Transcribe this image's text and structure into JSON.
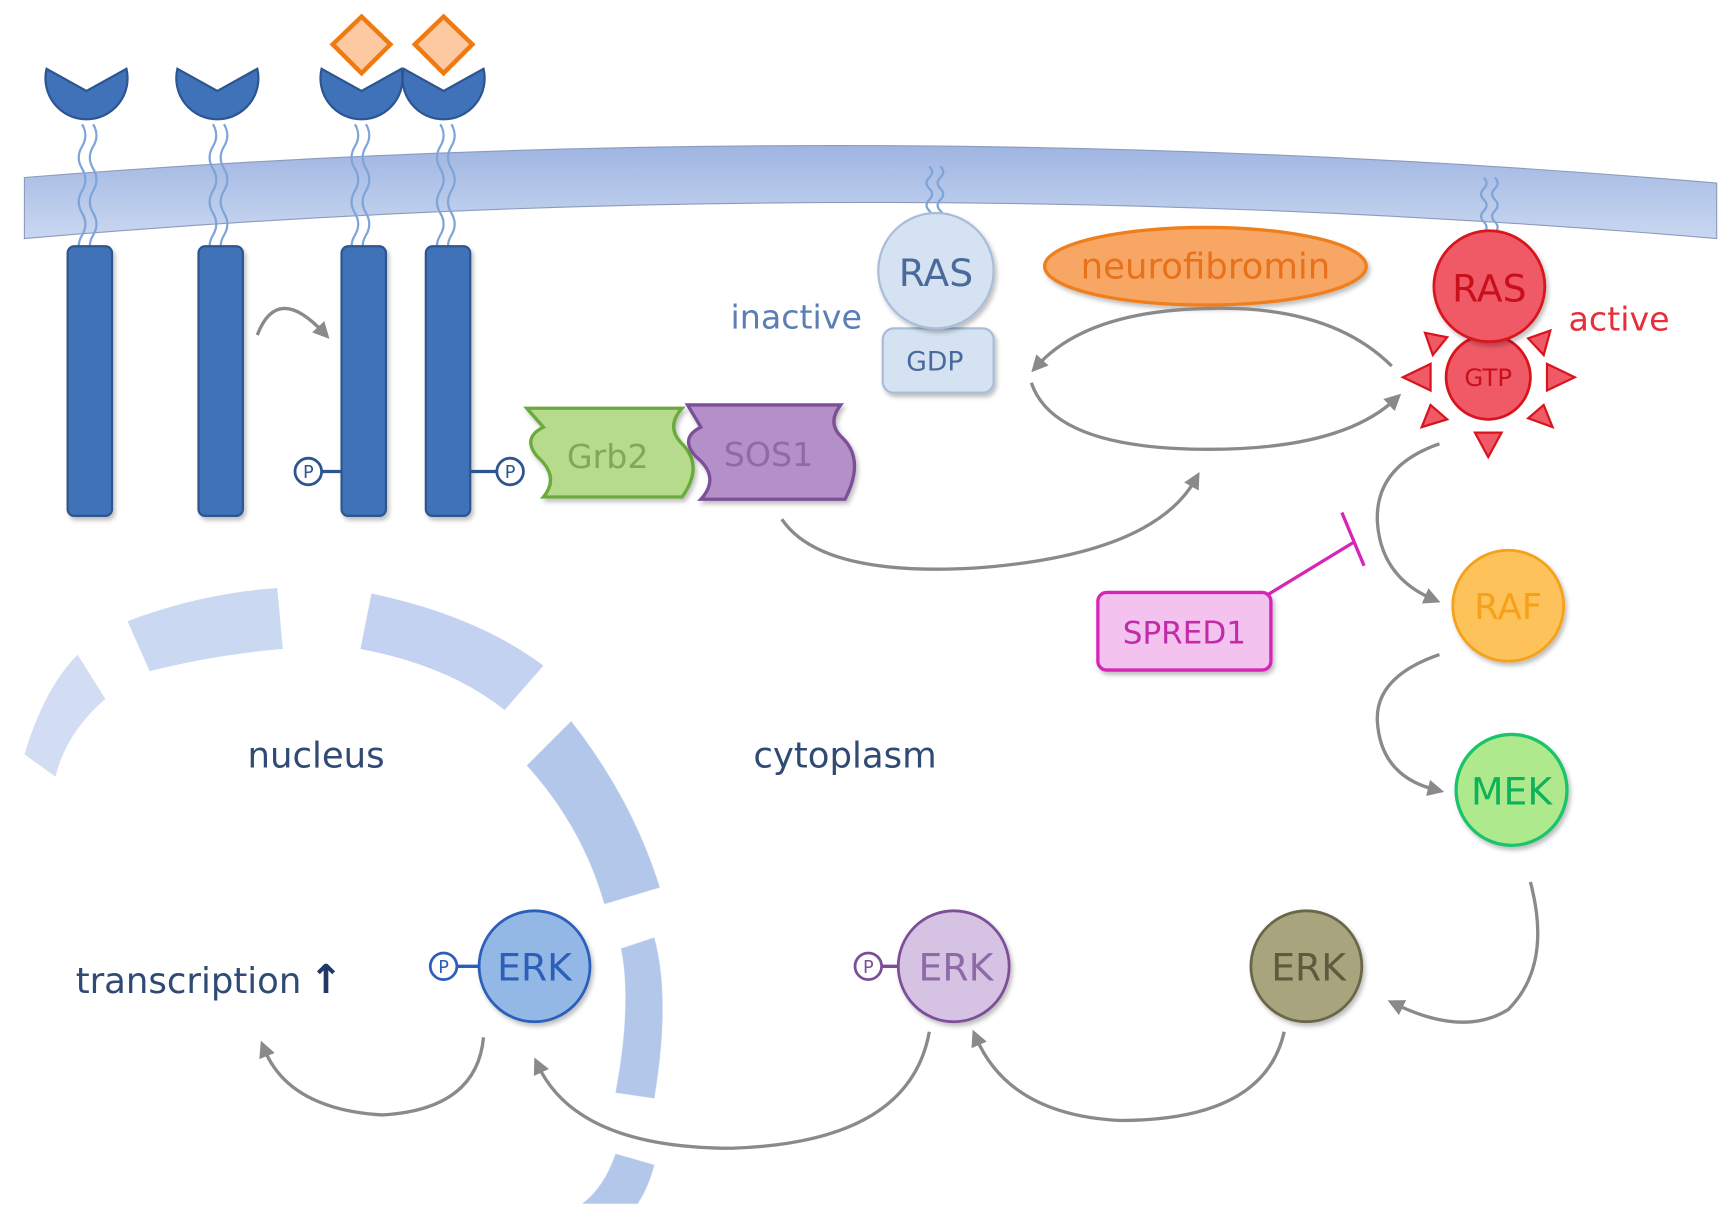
{
  "labels": {
    "inactive": "inactive",
    "active": "active",
    "nucleus": "nucleus",
    "cytoplasm": "cytoplasm",
    "transcription": "transcription",
    "transcription_arrow": "↑"
  },
  "proteins": {
    "ras_inactive": "RAS",
    "gdp": "GDP",
    "ras_active": "RAS",
    "gtp": "GTP",
    "neurofibromin": "neurofibromin",
    "grb2": "Grb2",
    "sos1": "SOS1",
    "spred1": "SPRED1",
    "raf": "RAF",
    "mek": "MEK",
    "erk_cyto": "ERK",
    "erk_phos_cyto": "ERK",
    "erk_nucleus": "ERK",
    "phospho": "P"
  },
  "colors": {
    "receptor": "#3f72b8",
    "membrane": "#a9bfe6",
    "ligand": "#f28c28",
    "ras_inactive": "#d5e2f2",
    "ras_active": "#f05a66",
    "neurofibromin": "#f7a764",
    "grb2": "#b7db8c",
    "sos1": "#b590c8",
    "spred1": "#f4c2ee",
    "raf": "#fdc35a",
    "mek": "#aee98e",
    "erk_cyto": "#a8a57e",
    "erk_phos_cyto": "#d6c2e2",
    "erk_nucleus": "#93b8e6"
  }
}
